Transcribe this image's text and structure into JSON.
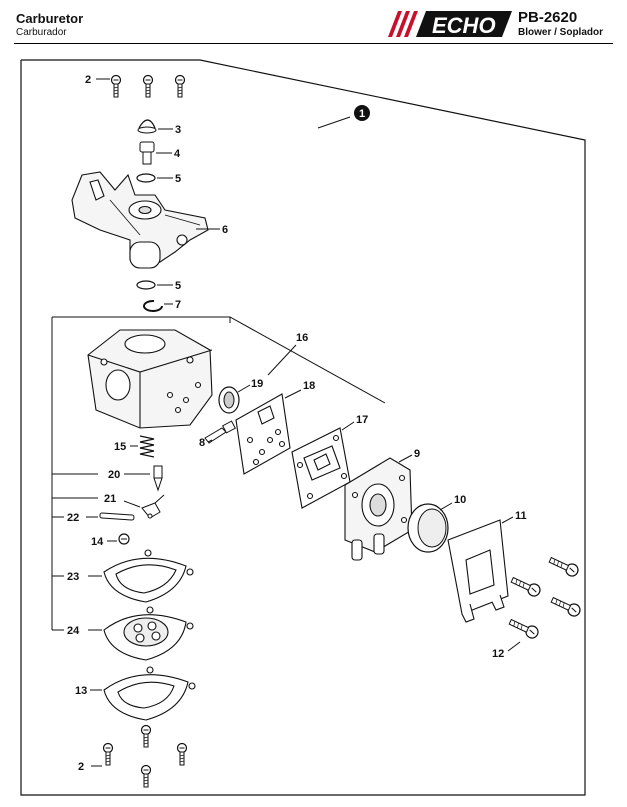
{
  "header": {
    "title": "Carburetor",
    "subtitle": "Carburador",
    "brand": "ECHO",
    "model": "PB-2620",
    "product_type": "Blower / Soplador"
  },
  "callouts": {
    "assembly": "1",
    "p2": "2",
    "p3": "3",
    "p4": "4",
    "p5a": "5",
    "p6": "6",
    "p5b": "5",
    "p7": "7",
    "p16": "16",
    "p19": "19",
    "p18": "18",
    "p17": "17",
    "p8": "8",
    "p15": "15",
    "p9": "9",
    "p20": "20",
    "p10": "10",
    "p21": "21",
    "p11": "11",
    "p22": "22",
    "p14": "14",
    "p23": "23",
    "p24": "24",
    "p12": "12",
    "p13": "13",
    "p2b": "2"
  },
  "colors": {
    "line": "#111111",
    "brand_red": "#c8102e",
    "part_fill": "#f2f2f2"
  }
}
